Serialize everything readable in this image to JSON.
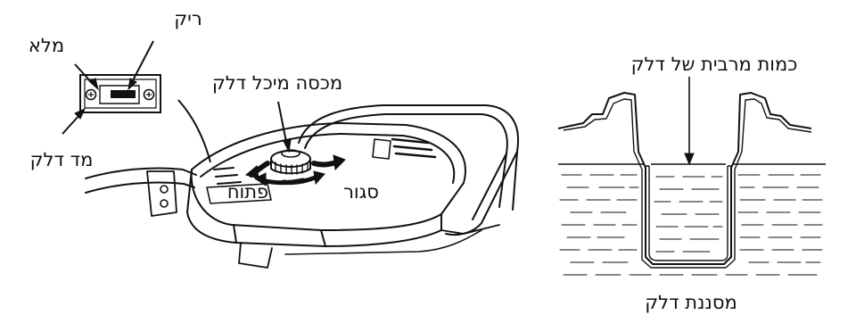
{
  "left_figure": {
    "labels": {
      "empty": "ריק",
      "full": "מלא",
      "fuel_cap": "מכסה מיכל דלק",
      "fuel_gauge": "מד דלק",
      "open": "פתוח",
      "close": "סגור"
    }
  },
  "right_figure": {
    "labels": {
      "max_fuel": "כמות מרבית של דלק",
      "fuel_filter": "מסננת דלק"
    }
  },
  "colors": {
    "ink": "#111111",
    "background": "#ffffff"
  }
}
